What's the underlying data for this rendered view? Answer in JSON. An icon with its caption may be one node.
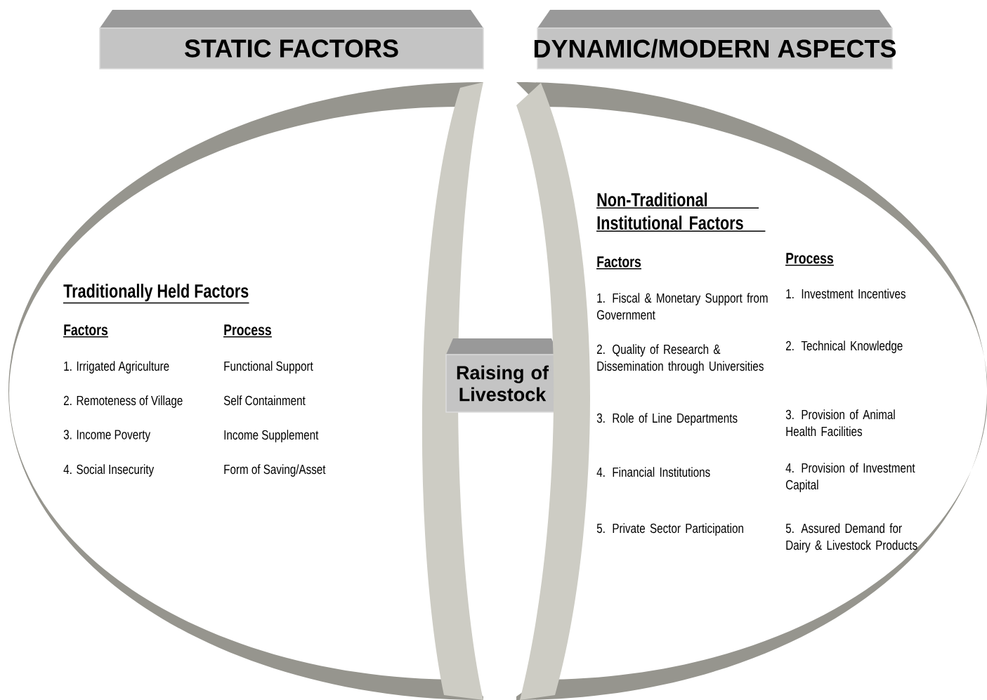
{
  "diagram": {
    "nodes": [
      {
        "text": [
          "STATIC FACTORS"
        ]
      },
      {
        "text": [
          "DYNAMIC/MODERN ASPECTS"
        ]
      },
      {
        "text": [
          "Traditionally Held Factors",
          "Factors",
          "Process",
          "1. Irrigated Agriculture",
          "Functional Support",
          "2. Remoteness of Village",
          "Self Containment",
          "3. Income Poverty",
          "Income Supplement",
          "4. Social Insecurity",
          "Form of Saving/Asset"
        ]
      },
      {
        "text": [
          "Raising of Livestock"
        ]
      },
      {
        "text": [
          "Non-Traditional Institutional Factors",
          "Factors",
          "Process",
          "1. Fiscal & Monetary Support from Government",
          "1. Investment Incentives",
          "2. Quality of Research & Dissemination through Universities",
          "2. Technical Knowledge",
          "3. Role of Line Departments",
          "3. Provision of Animal Health Facilities",
          "4. Financial Institutions",
          "4. Provision of Investment Capital",
          "5. Private Sector Participation",
          "5. Assured Demand for Dairy & Livestock Products"
        ]
      }
    ],
    "edges": []
  }
}
